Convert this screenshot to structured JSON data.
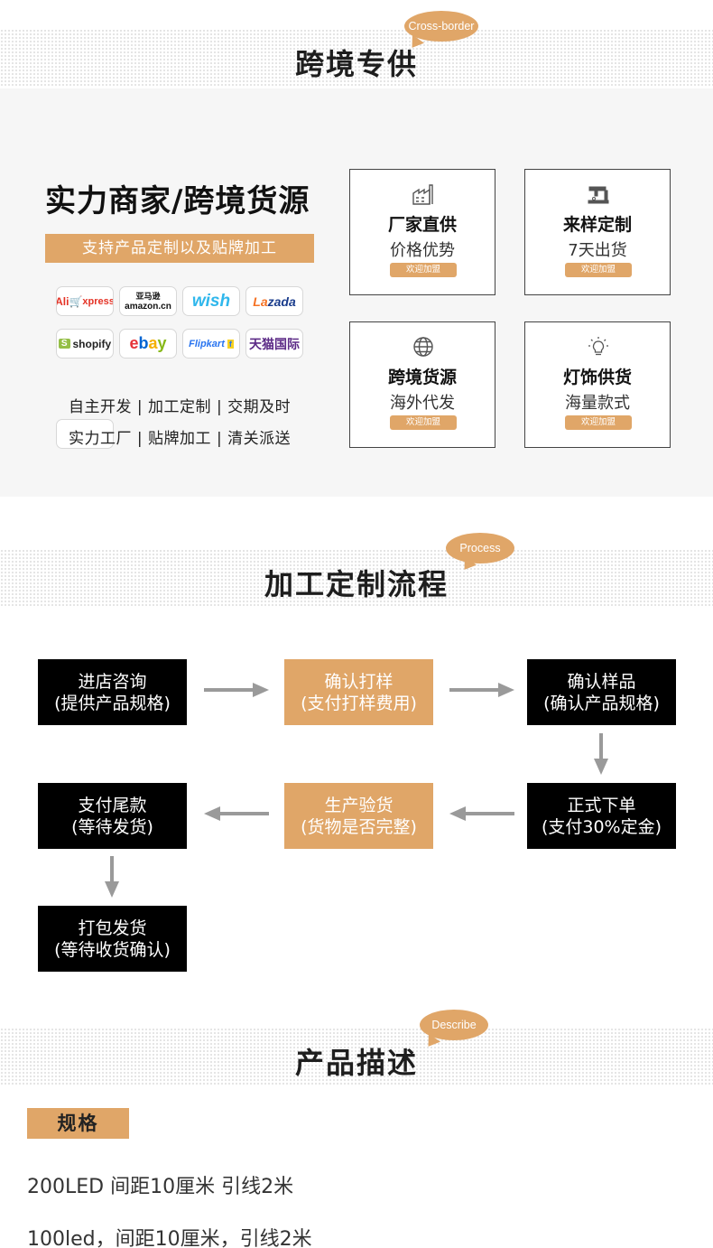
{
  "supply": {
    "section_title": "跨境专供",
    "bubble": "Cross-border",
    "headline": "实力商家/跨境货源",
    "banner": "支持产品定制以及贴牌加工",
    "platforms": [
      "AliExpress",
      "亚马逊 amazon.cn",
      "wish",
      "Lazada",
      "shopify",
      "ebay",
      "Flipkart",
      "天猫国际"
    ],
    "features": [
      "自主开发 | 加工定制 | 交期及时",
      "实力工厂 | 贴牌加工 | 清关派送"
    ],
    "cards": [
      {
        "icon": "factory-icon",
        "title": "厂家直供",
        "subtitle": "价格优势",
        "button": "欢迎加盟"
      },
      {
        "icon": "sewing-machine-icon",
        "title": "来样定制",
        "subtitle": "7天出货",
        "button": "欢迎加盟"
      },
      {
        "icon": "globe-icon",
        "title": "跨境货源",
        "subtitle": "海外代发",
        "button": "欢迎加盟"
      },
      {
        "icon": "lightbulb-icon",
        "title": "灯饰供货",
        "subtitle": "海量款式",
        "button": "欢迎加盟"
      }
    ]
  },
  "process": {
    "section_title": "加工定制流程",
    "bubble": "Process",
    "steps": [
      {
        "line1": "进店咨询",
        "line2": "(提供产品规格)"
      },
      {
        "line1": "确认打样",
        "line2": "(支付打样费用)"
      },
      {
        "line1": "确认样品",
        "line2": "(确认产品规格)"
      },
      {
        "line1": "正式下单",
        "line2": "(支付30%定金)"
      },
      {
        "line1": "生产验货",
        "line2": "(货物是否完整)"
      },
      {
        "line1": "支付尾款",
        "line2": "(等待发货)"
      },
      {
        "line1": "打包发货",
        "line2": "(等待收货确认)"
      }
    ]
  },
  "describe": {
    "section_title": "产品描述",
    "bubble": "Describe",
    "spec_label": "规格",
    "lines": [
      "200LED 间距10厘米 引线2米",
      "100led，间距10厘米，引线2米"
    ]
  },
  "colors": {
    "accent": "#e0a668",
    "dark": "#000000",
    "panel": "#f6f6f6"
  }
}
